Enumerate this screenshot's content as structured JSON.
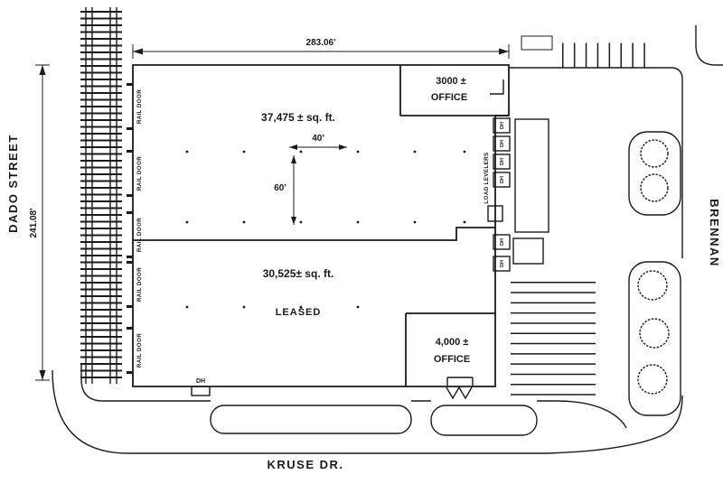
{
  "plan": {
    "streets": {
      "left": "DADO STREET",
      "bottom": "KRUSE DR.",
      "right": "BRENNAN"
    },
    "dimensions": {
      "width": "283.06'",
      "depth": "241.08'",
      "bay_width": "40'",
      "bay_depth": "60'"
    },
    "north_unit": {
      "area": "37,475 ± sq. ft.",
      "office": "3000 ±",
      "office_label": "OFFICE"
    },
    "south_unit": {
      "area": "30,525± sq. ft.",
      "status": "LEASED",
      "office": "4,000 ±",
      "office_label": "OFFICE"
    },
    "labels": {
      "rail_door": "RAIL DOOR",
      "dock_high": "DH",
      "load_levelers": "LOAD LEVELERS"
    },
    "colors": {
      "ink": "#1a1a1a",
      "paper": "#ffffff"
    }
  }
}
